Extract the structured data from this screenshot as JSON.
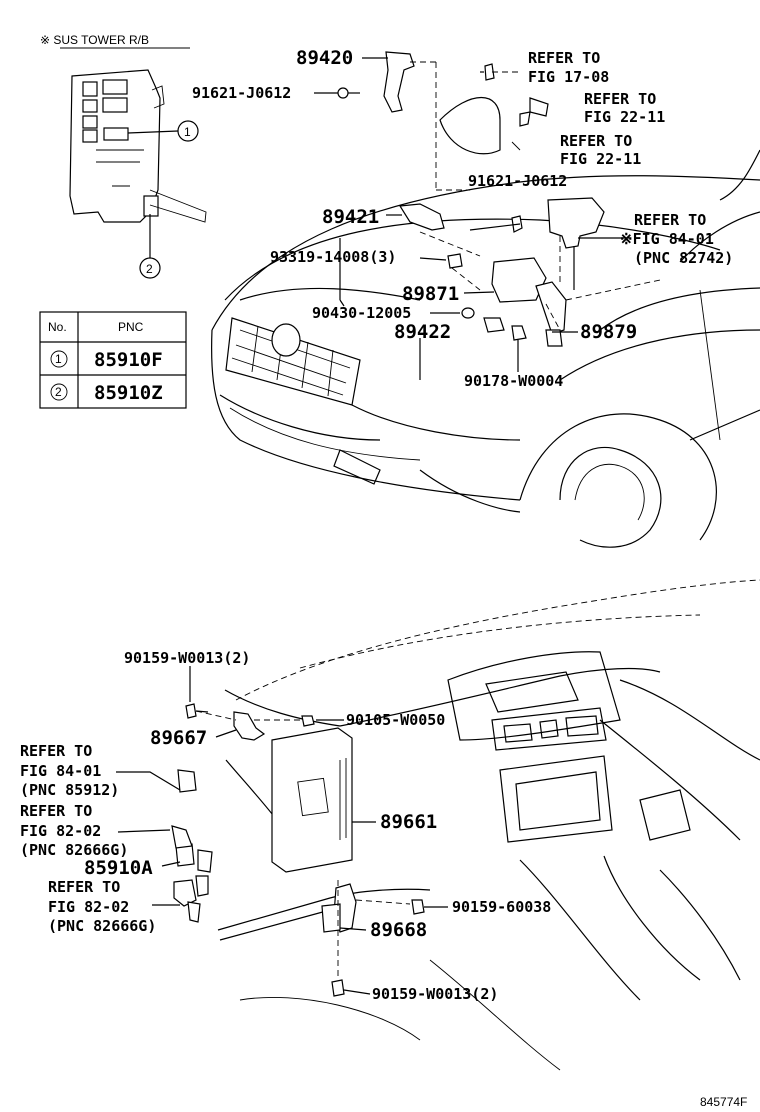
{
  "callouts": {
    "sus_tower_note": "※ SUS TOWER R/B",
    "p89420": "89420",
    "p91621_a": "91621-J0612",
    "refer_17_08_a": "REFER TO",
    "refer_17_08_b": "FIG 17-08",
    "refer_22_11_a1": "REFER TO",
    "refer_22_11_a2": "FIG 22-11",
    "refer_22_11_b1": "REFER TO",
    "refer_22_11_b2": "FIG 22-11",
    "p91621_b": "91621-J0612",
    "p89421": "89421",
    "refer_84_01_a": "REFER TO",
    "refer_84_01_b": "※FIG 84-01",
    "refer_84_01_c": "(PNC 82742)",
    "p93319": "93319-14008(3)",
    "p89871": "89871",
    "p90430": "90430-12005",
    "p89422": "89422",
    "p89879": "89879",
    "p90178": "90178-W0004",
    "p90159_w_top": "90159-W0013(2)",
    "p90105": "90105-W0050",
    "p89667": "89667",
    "refer_85912_a": "REFER TO",
    "refer_85912_b": "FIG 84-01",
    "refer_85912_c": "(PNC 85912)",
    "refer_82666_a1": "REFER TO",
    "refer_82666_a2": "FIG 82-02",
    "refer_82666_a3": "(PNC 82666G)",
    "p85910a": "85910A",
    "refer_82666_b1": "REFER TO",
    "refer_82666_b2": "FIG 82-02",
    "refer_82666_b3": "(PNC 82666G)",
    "p89661": "89661",
    "p90159_600": "90159-60038",
    "p89668": "89668",
    "p90159_w_bot": "90159-W0013(2)",
    "figure_id": "845774F"
  },
  "circle_1": "1",
  "circle_2": "2",
  "pnc_table": {
    "headers": [
      "No.",
      "PNC"
    ],
    "rows": [
      {
        "no": "1",
        "pnc": "85910F"
      },
      {
        "no": "2",
        "pnc": "85910Z"
      }
    ]
  }
}
